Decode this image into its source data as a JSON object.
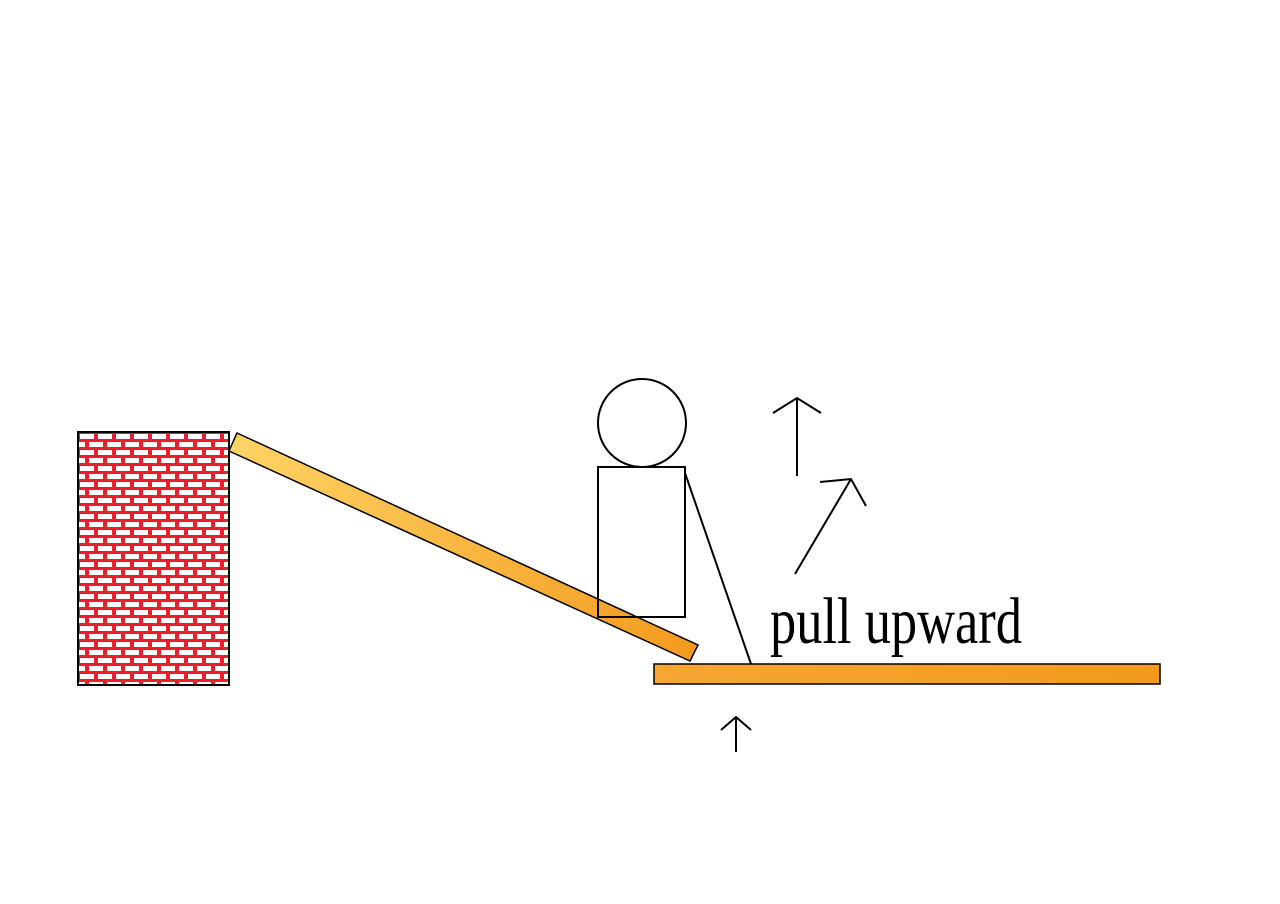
{
  "diagram": {
    "annotation": "pull upward",
    "colors": {
      "background": "#ffffff",
      "wall_mortar": "#ffffff",
      "wall_brick": "#e8202a",
      "plank_light": "#ffd466",
      "plank_dark": "#f39a1e",
      "stroke": "#000000"
    },
    "elements": [
      "brick-wall",
      "inclined-plank",
      "floor-plank",
      "stick-figure",
      "pull-rope",
      "upward-arrow",
      "diagonal-arrow",
      "small-upward-arrow"
    ]
  }
}
